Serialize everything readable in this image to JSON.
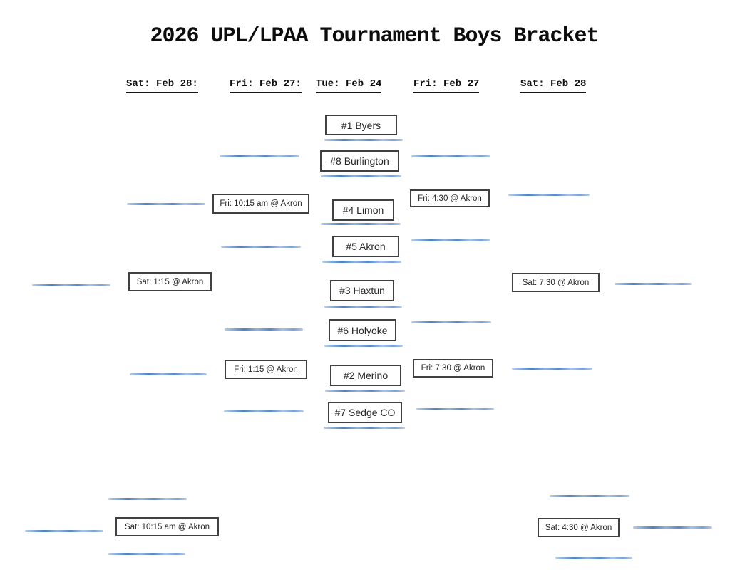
{
  "title": "2026 UPL/LPAA Tournament Boys Bracket",
  "column_headers": [
    {
      "label": "Sat: Feb 28:"
    },
    {
      "label": "Fri: Feb 27:"
    },
    {
      "label": "Tue: Feb 24"
    },
    {
      "label": "Fri: Feb 27"
    },
    {
      "label": "Sat: Feb 28"
    }
  ],
  "teams": [
    {
      "seed": 1,
      "label": "#1 Byers"
    },
    {
      "seed": 8,
      "label": "#8 Burlington"
    },
    {
      "seed": 4,
      "label": "#4 Limon"
    },
    {
      "seed": 5,
      "label": "#5 Akron"
    },
    {
      "seed": 3,
      "label": "#3 Haxtun"
    },
    {
      "seed": 6,
      "label": "#6 Holyoke"
    },
    {
      "seed": 2,
      "label": "#2 Merino"
    },
    {
      "seed": 7,
      "label": "#7 Sedge CO"
    }
  ],
  "games": [
    {
      "label": "Fri: 10:15 am @ Akron"
    },
    {
      "label": "Fri: 4:30 @ Akron"
    },
    {
      "label": "Sat: 1:15 @ Akron"
    },
    {
      "label": "Sat: 7:30 @ Akron"
    },
    {
      "label": "Fri: 1:15 @ Akron"
    },
    {
      "label": "Fri: 7:30 @ Akron"
    },
    {
      "label": "Sat: 10:15 am @ Akron"
    },
    {
      "label": "Sat: 4:30 @ Akron"
    }
  ],
  "colors": {
    "bracket_line": "#95b3d7",
    "bracket_line_dark": "#4f81bd",
    "box_border": "#404040",
    "text": "#262626"
  }
}
